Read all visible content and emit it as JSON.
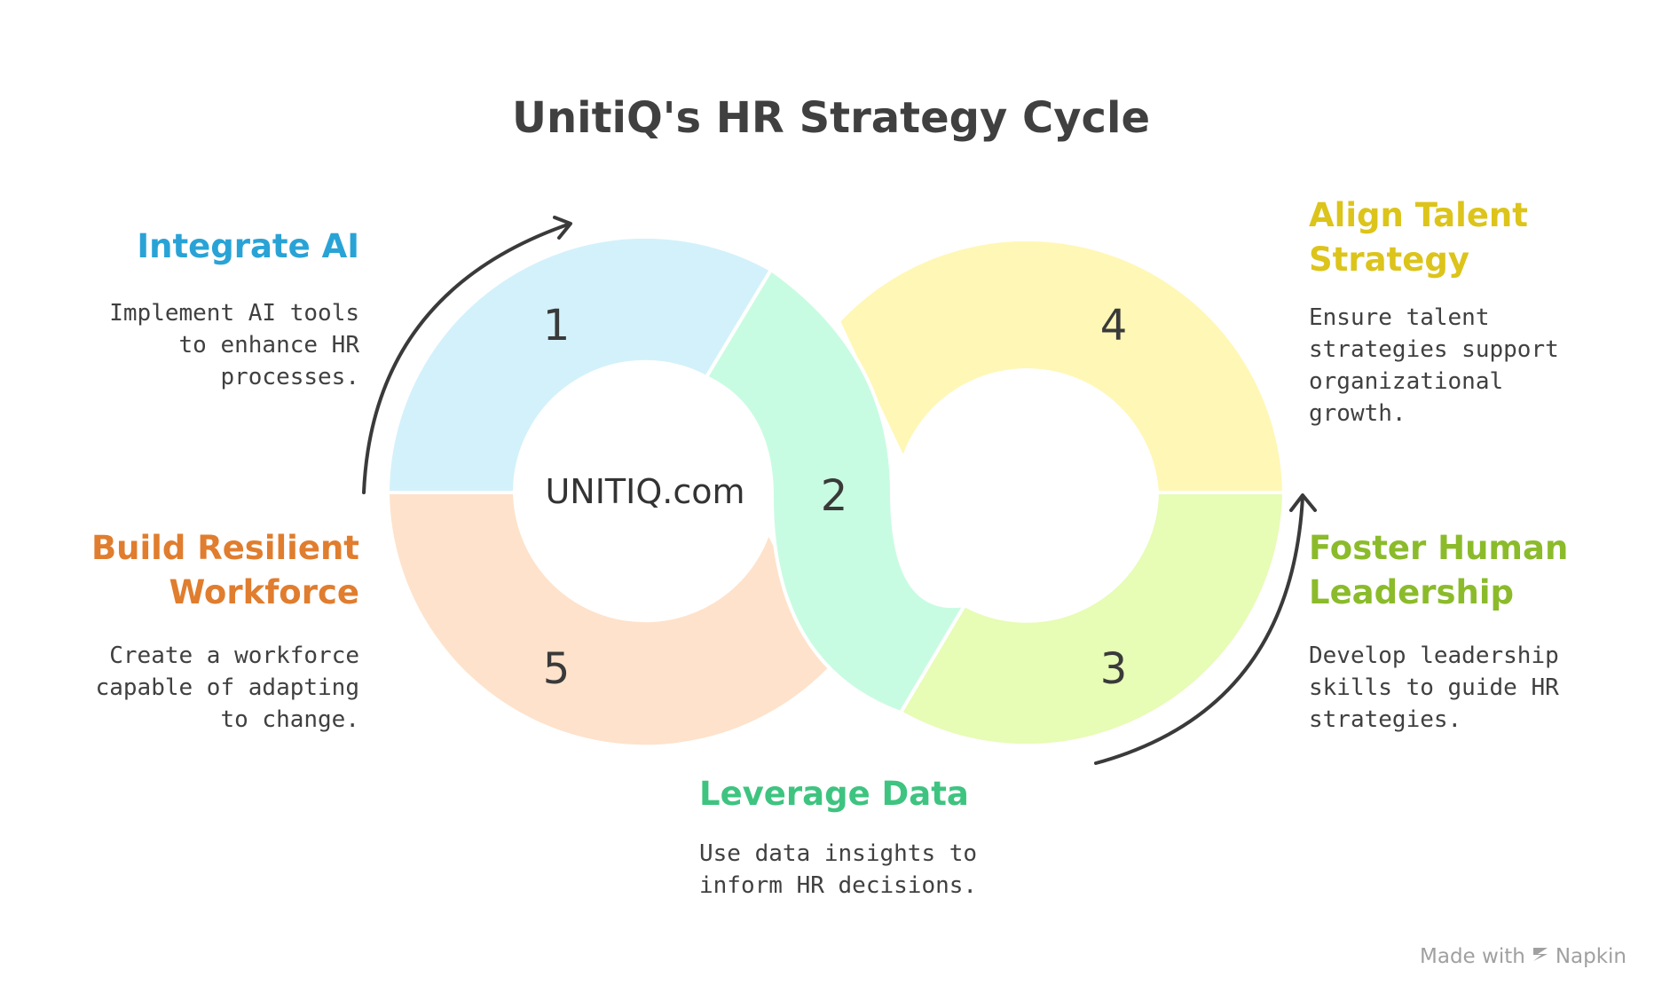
{
  "title": "UnitiQ's HR Strategy Cycle",
  "center_label": "UNITIQ.com",
  "colors": {
    "step1_fill": "#d3f1fb",
    "step1_text": "#29a3d6",
    "step2_fill": "#c8fce2",
    "step2_text": "#3ec480",
    "step3_fill": "#e7fcb5",
    "step3_text": "#8bbb2b",
    "step4_fill": "#fff7b5",
    "step4_text": "#dcc41a",
    "step5_fill": "#fee2cb",
    "step5_text": "#e07d2e",
    "arrow": "#3a3a3a"
  },
  "steps": [
    {
      "number": "1",
      "title_lines": [
        "Integrate AI"
      ],
      "desc_lines": [
        "Implement AI tools",
        "to enhance HR",
        "processes."
      ]
    },
    {
      "number": "2",
      "title_lines": [
        "Leverage Data"
      ],
      "desc_lines": [
        "Use data insights to",
        "inform HR decisions."
      ]
    },
    {
      "number": "3",
      "title_lines": [
        "Foster Human",
        "Leadership"
      ],
      "desc_lines": [
        "Develop leadership",
        "skills to guide HR",
        "strategies."
      ]
    },
    {
      "number": "4",
      "title_lines": [
        "Align Talent",
        "Strategy"
      ],
      "desc_lines": [
        "Ensure talent",
        "strategies support",
        "organizational",
        "growth."
      ]
    },
    {
      "number": "5",
      "title_lines": [
        "Build Resilient",
        "Workforce"
      ],
      "desc_lines": [
        "Create a workforce",
        "capable of adapting",
        "to change."
      ]
    }
  ],
  "footer": {
    "made_with": "Made with",
    "brand": "Napkin",
    "icon": "napkin-logo-icon"
  }
}
